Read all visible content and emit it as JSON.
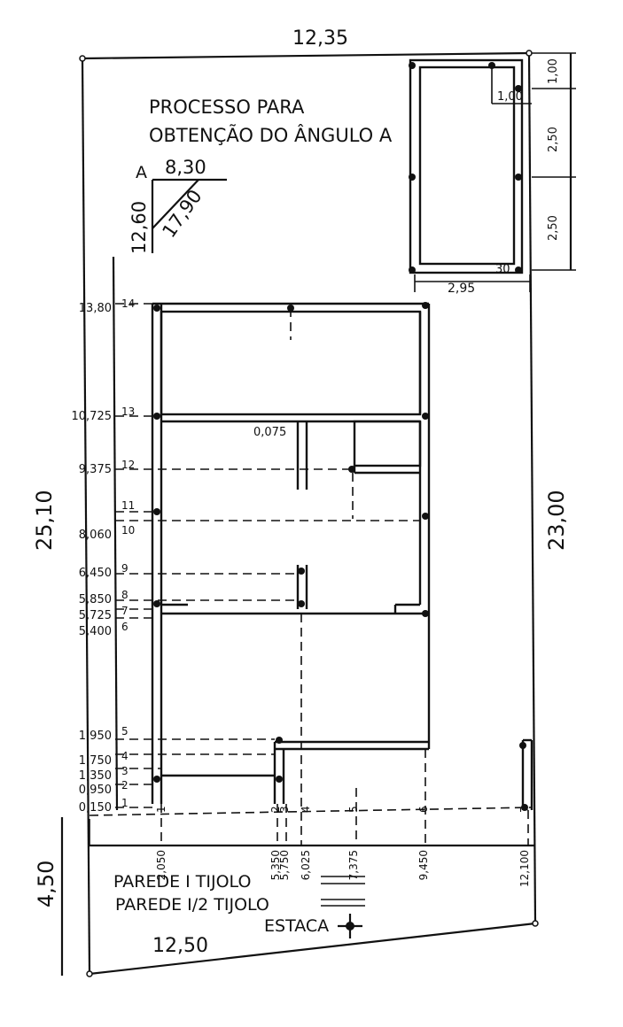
{
  "title_line1": "PROCESSO PARA",
  "title_line2": "OBTENÇÃO DO ÂNGULO A",
  "angle": {
    "letter": "A",
    "top": "8,30",
    "side": "12,60",
    "hyp": "17,90"
  },
  "outer": {
    "top": "12,35",
    "bottom": "12,50",
    "left": "25,10",
    "right": "23,00",
    "front": "4,50"
  },
  "annex": {
    "v1": "1,00",
    "v2": "2,50",
    "v3": "2,50",
    "inner": "1,00",
    "small": "30",
    "width": "2,95"
  },
  "note": "0,075",
  "y_levels": [
    {
      "value": "13,80",
      "num": "14"
    },
    {
      "value": "10,725",
      "num": "13"
    },
    {
      "value": "9,375",
      "num": "12"
    },
    {
      "value": "",
      "num": "11"
    },
    {
      "value": "8,060",
      "num": "10"
    },
    {
      "value": "6,450",
      "num": "9"
    },
    {
      "value": "5,850",
      "num": "8"
    },
    {
      "value": "5,725",
      "num": "7"
    },
    {
      "value": "5,400",
      "num": "6"
    },
    {
      "value": "1,950",
      "num": "5"
    },
    {
      "value": "1,750",
      "num": "4"
    },
    {
      "value": "1,350",
      "num": "3"
    },
    {
      "value": "0,950",
      "num": "2"
    },
    {
      "value": "0,150",
      "num": "1"
    }
  ],
  "x_levels": [
    {
      "value": "2,050",
      "num": "1"
    },
    {
      "value": "5,350",
      "num": "2"
    },
    {
      "value": "5,750",
      "num": "3"
    },
    {
      "value": "6,025",
      "num": "4"
    },
    {
      "value": "7,375",
      "num": "5"
    },
    {
      "value": "9,450",
      "num": "6"
    },
    {
      "value": "12,100",
      "num": "7"
    }
  ],
  "legend": {
    "wall1": "PAREDE I TIJOLO",
    "wall_half": "PAREDE I/2 TIJOLO",
    "pile": "ESTACA"
  }
}
